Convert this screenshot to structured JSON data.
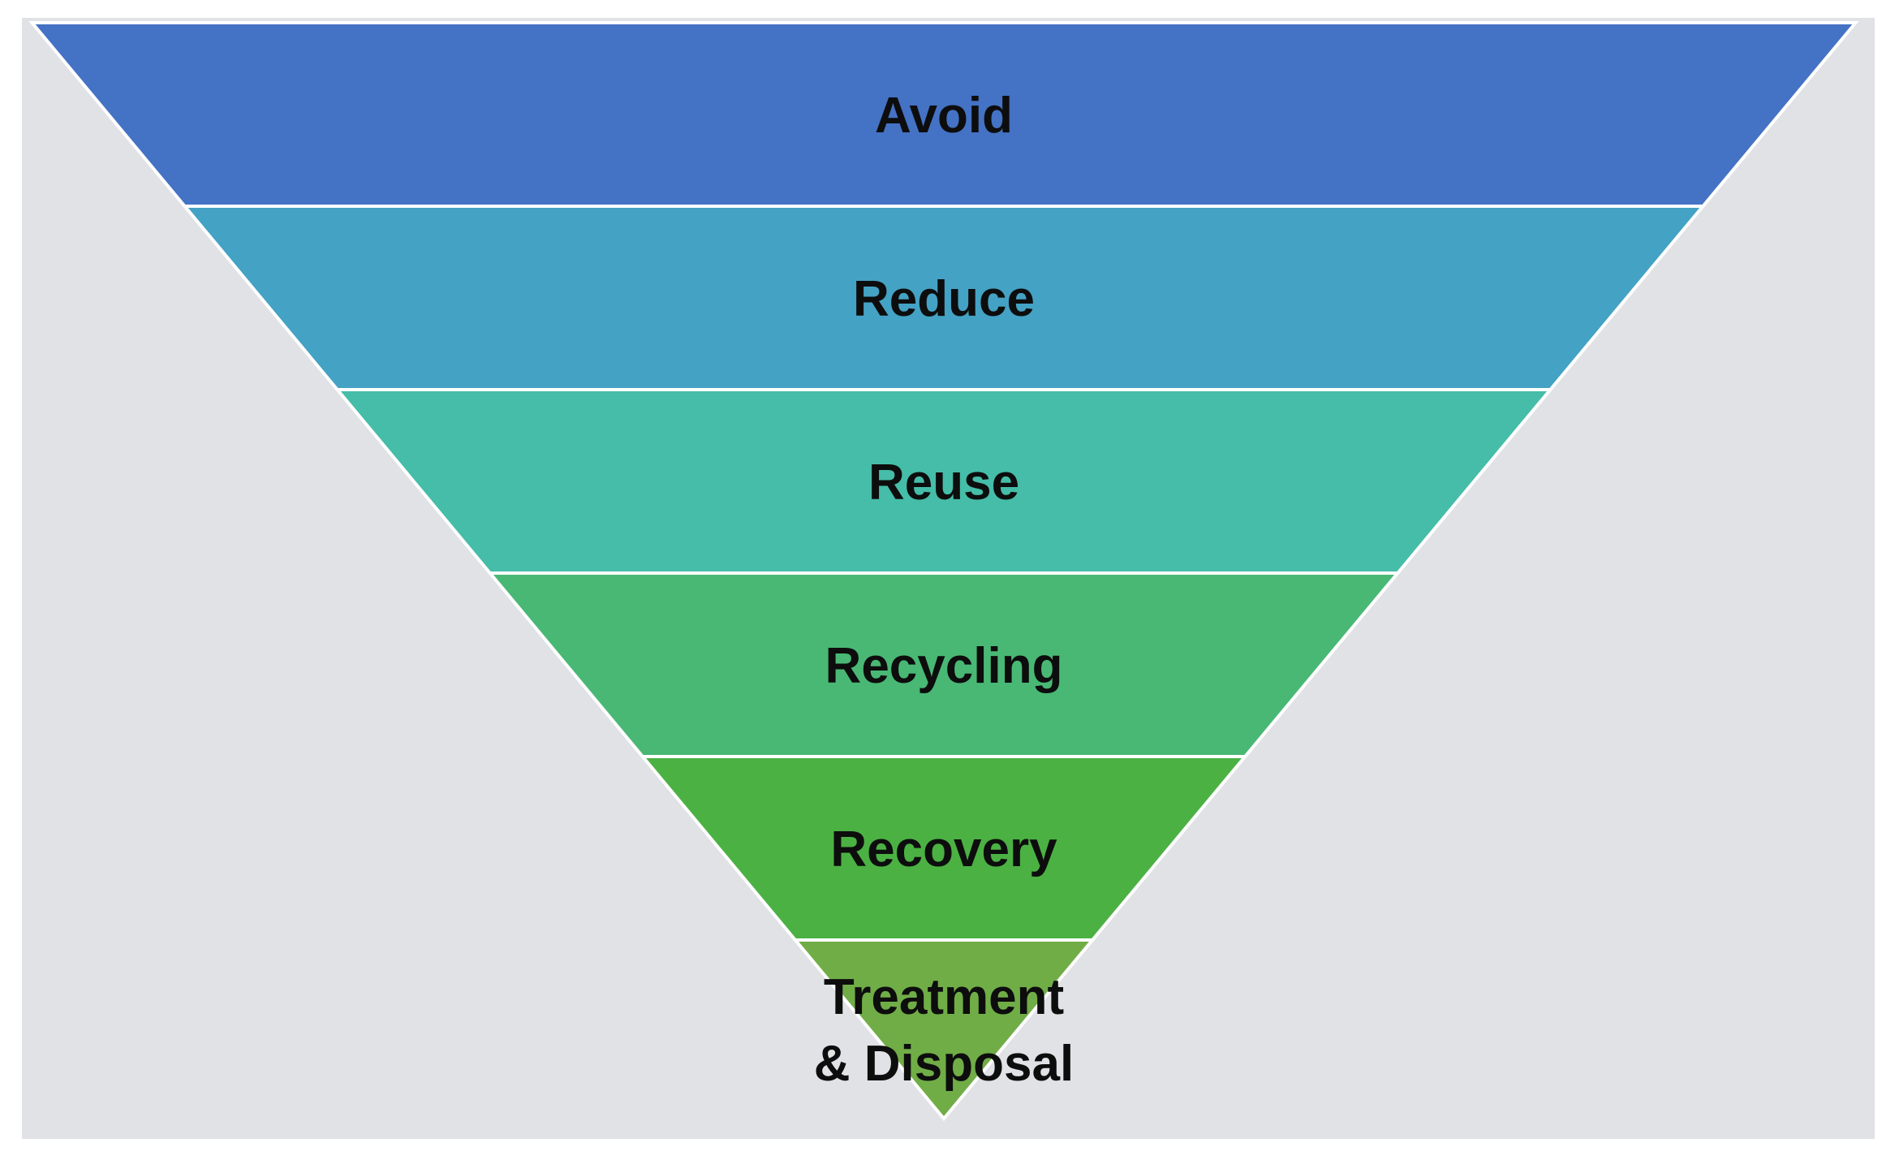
{
  "diagram": {
    "background_color": "#E1E2E6",
    "separator_color": "#FFFFFF",
    "text_color": "#0D0D0D",
    "tiers": [
      {
        "lines": [
          "Avoid"
        ],
        "color": "#4472C4"
      },
      {
        "lines": [
          "Reduce"
        ],
        "color": "#44A2C4"
      },
      {
        "lines": [
          "Reuse"
        ],
        "color": "#45BDA8"
      },
      {
        "lines": [
          "Recycling"
        ],
        "color": "#49B875"
      },
      {
        "lines": [
          "Recovery"
        ],
        "color": "#4BB143"
      },
      {
        "lines": [
          "Treatment",
          "& Disposal"
        ],
        "color": "#70AD47"
      }
    ]
  }
}
